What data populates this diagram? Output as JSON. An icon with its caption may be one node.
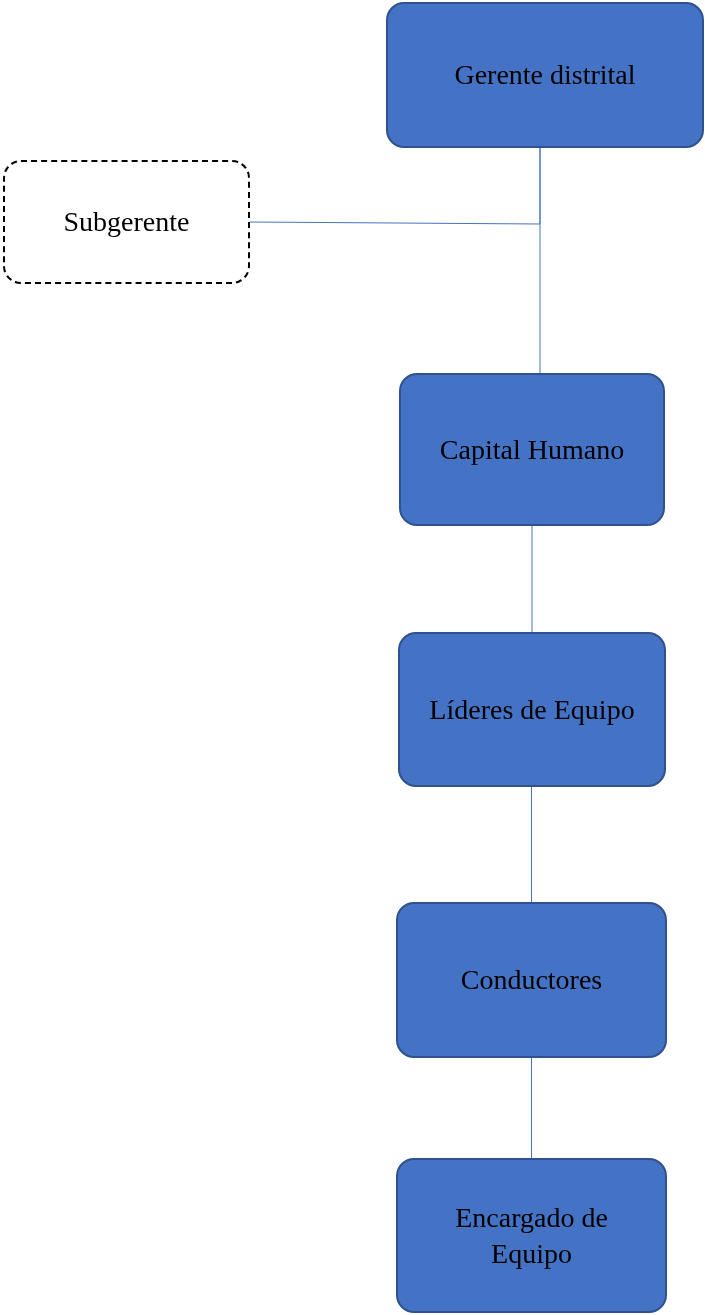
{
  "diagram": {
    "nodes": [
      {
        "text": [
          "Gerente distrital"
        ]
      },
      {
        "text": [
          "Subgerente"
        ]
      },
      {
        "text": [
          "Capital Humano"
        ]
      },
      {
        "text": [
          "Líderes de Equipo"
        ]
      },
      {
        "text": [
          "Conductores"
        ]
      },
      {
        "text": [
          "Encargado de Equipo"
        ]
      }
    ],
    "edges": [
      {
        "from": 0,
        "to": 2,
        "arrow": "none"
      },
      {
        "from": 0,
        "to": 1,
        "arrow": "none"
      },
      {
        "from": 2,
        "to": 3,
        "arrow": "none"
      },
      {
        "from": 3,
        "to": 4,
        "arrow": "none"
      },
      {
        "from": 4,
        "to": 5,
        "arrow": "none"
      }
    ]
  }
}
